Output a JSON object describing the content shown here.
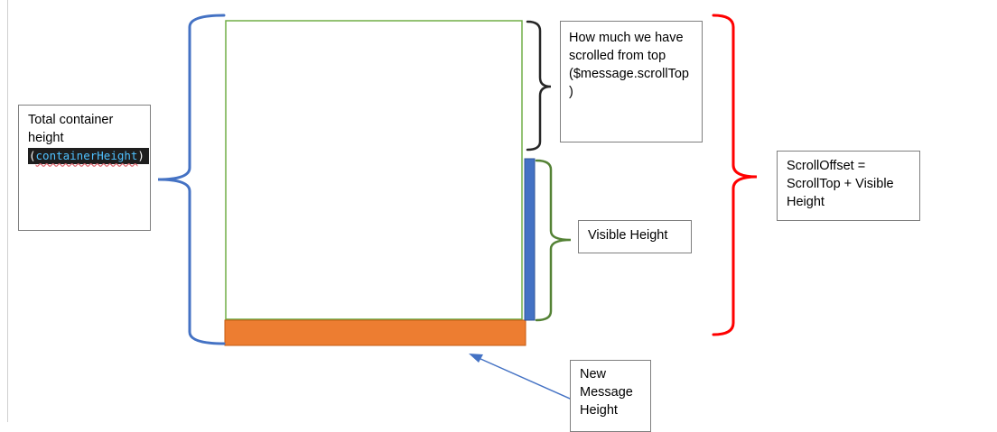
{
  "diagram": {
    "colors": {
      "container_border": "#70ad47",
      "scrollbar_fill": "#4472c4",
      "scrollbar_border": "#2f5597",
      "new_message_fill": "#ed7d31",
      "new_message_border": "#c55a11",
      "brace_total": "#4472c4",
      "brace_scrolled": "#262626",
      "brace_visible": "#548235",
      "brace_offset": "#ff0000",
      "arrow": "#4472c4",
      "textbox_border": "#7f7f7f",
      "code_background": "#1e1e1e",
      "code_identifier": "#4fc1ff"
    },
    "total_height_box": {
      "line1": "Total container",
      "line2": "height",
      "code_open": "(",
      "code_ident": "containerHeight",
      "code_close": ")"
    },
    "scroll_top_box": {
      "line1": "How much we have",
      "line2": "scrolled from top",
      "line3": "($message.scrollTop",
      "line4": ")"
    },
    "visible_height_box": {
      "line1": "Visible Height"
    },
    "scroll_offset_box": {
      "line1": "ScrollOffset =",
      "line2": "ScrollTop + Visible",
      "line3": "Height"
    },
    "new_message_box": {
      "line1": "New",
      "line2": "Message",
      "line3": "Height"
    }
  }
}
